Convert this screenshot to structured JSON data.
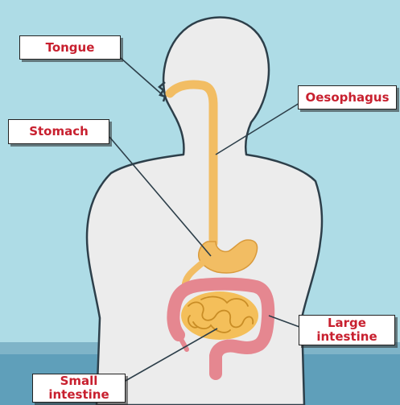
{
  "labels": {
    "tongue": "Tongue",
    "oesophagus": "Oesophagus",
    "stomach": "Stomach",
    "large_intestine": "Large\nintestine",
    "small_intestine": "Small\nintestine"
  },
  "colors": {
    "sky": "#aedce6",
    "floor_band": "#7fb4c8",
    "floor": "#5f9fba",
    "body": "#ececec",
    "outline": "#2d3f4a",
    "oesophagus": "#f2bd63",
    "intestine_large": "#e58790",
    "intestine_small": "#f4bf5a",
    "label_text": "#c8202f"
  }
}
